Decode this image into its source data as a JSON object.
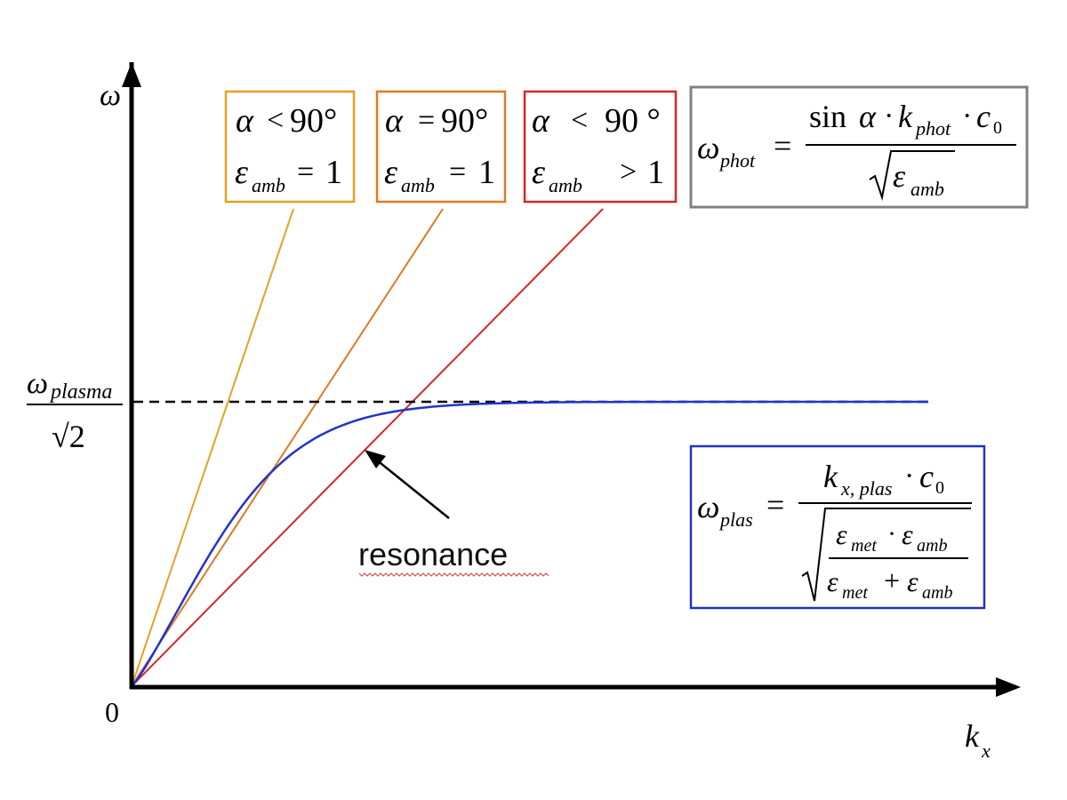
{
  "axes": {
    "y_label": "ω",
    "x_label_main": "k",
    "x_label_sub": "x",
    "origin_label": "0"
  },
  "plasma_level": {
    "numerator_main": "ω",
    "numerator_sub": "plasma",
    "denominator": "√2"
  },
  "boxes": [
    {
      "color": "#e8a020",
      "alpha_symbol": "α",
      "relation": "<",
      "angle": "90°",
      "eps_symbol": "ε",
      "eps_sub": "amb",
      "eps_relation": "=",
      "eps_value": "1"
    },
    {
      "color": "#e07a20",
      "alpha_symbol": "α",
      "relation": "=",
      "angle": "90°",
      "eps_symbol": "ε",
      "eps_sub": "amb",
      "eps_relation": "=",
      "eps_value": "1"
    },
    {
      "color": "#d42828",
      "alpha_symbol": "α",
      "relation": "<",
      "angle": "90 °",
      "eps_symbol": "ε",
      "eps_sub": "amb",
      "eps_relation": ">",
      "eps_value": "1"
    }
  ],
  "formula_phot": {
    "border_color": "#808080",
    "lhs_main": "ω",
    "lhs_sub": "phot",
    "equals": "=",
    "num_sin": "sin",
    "num_alpha": "α",
    "num_dot": "·",
    "num_k": "k",
    "num_k_sub": "phot",
    "num_c": "c",
    "num_c_sub": "0",
    "den_eps": "ε",
    "den_eps_sub": "amb"
  },
  "formula_plas": {
    "border_color": "#2233bb",
    "lhs_main": "ω",
    "lhs_sub": "plas",
    "equals": "=",
    "num_k": "k",
    "num_k_sub": "x, plas",
    "num_dot": "·",
    "num_c": "c",
    "num_c_sub": "0",
    "inner_num_eps1": "ε",
    "inner_num_eps1_sub": "met",
    "inner_num_eps2": "ε",
    "inner_num_eps2_sub": "amb",
    "inner_den_eps1": "ε",
    "inner_den_eps1_sub": "met",
    "inner_den_plus": "+",
    "inner_den_eps2": "ε",
    "inner_den_eps2_sub": "amb"
  },
  "annotation": {
    "label": "resonance"
  },
  "colors": {
    "axis": "#000000",
    "light_line": "#e8a020",
    "orange_line": "#e07a20",
    "red_line": "#d42828",
    "plasmon_curve": "#2233cc",
    "plasma_dashed": "#000000"
  }
}
